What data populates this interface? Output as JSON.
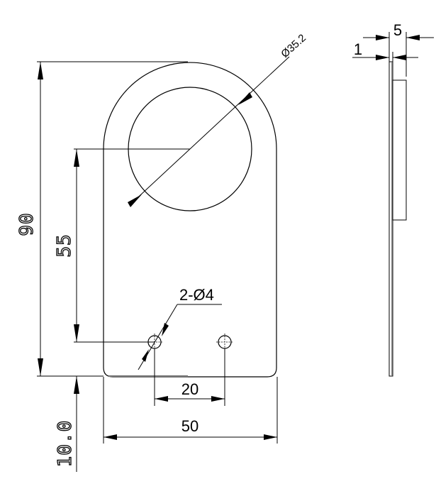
{
  "drawing": {
    "front_view": {
      "width_label": "50",
      "height_label": "90",
      "hole_center_height_label": "55",
      "hole_spacing_label": "20",
      "bottom_offset_label": "10.0",
      "big_hole_diameter_label": "Ø35.2",
      "small_holes_label": "2-Ø4"
    },
    "side_view": {
      "plate_thickness_label": "1",
      "total_thickness_label": "5"
    }
  }
}
